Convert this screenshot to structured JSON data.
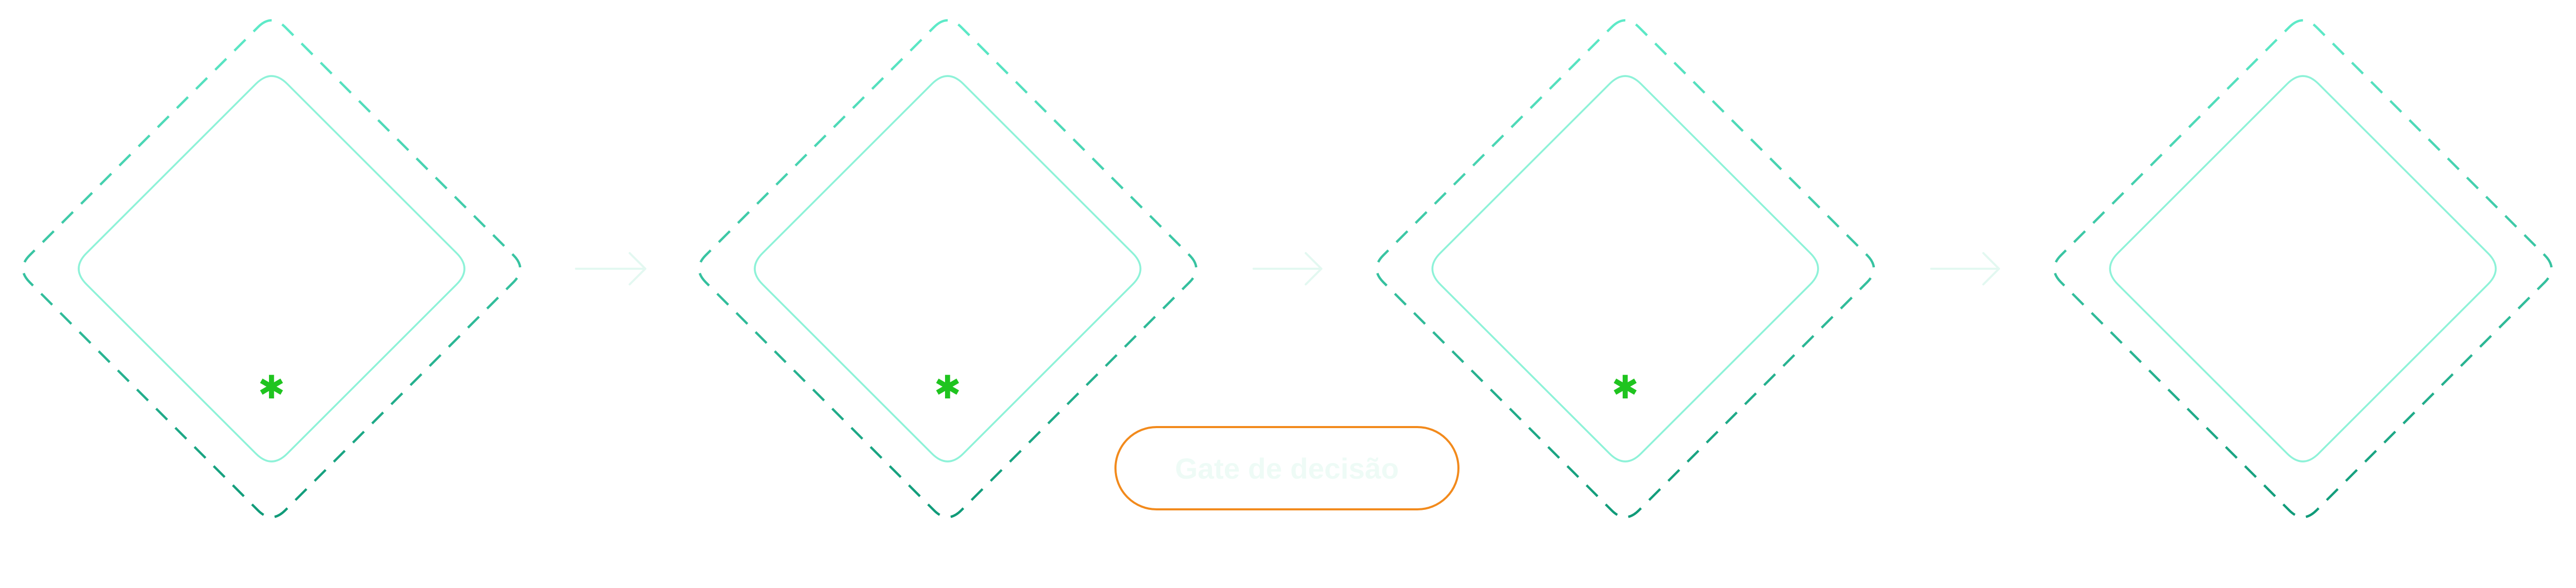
{
  "diagram": {
    "nodes": [
      {
        "id": "step-1",
        "marker": "✱"
      },
      {
        "id": "step-2",
        "marker": "✱"
      },
      {
        "id": "step-3",
        "marker": "✱"
      },
      {
        "id": "step-4",
        "marker": ""
      }
    ],
    "connectors": [
      {
        "from": "step-1",
        "to": "step-2"
      },
      {
        "from": "step-2",
        "to": "step-3"
      },
      {
        "from": "step-3",
        "to": "step-4"
      }
    ],
    "gate": {
      "label": "Gate de decisão"
    },
    "colors": {
      "dashed_outline_top": "#5eeac8",
      "dashed_outline_bottom": "#0f9a78",
      "inner_diamond": "#8ef2d8",
      "connector_arrow": "#e3f8f1",
      "marker": "#1fc41f",
      "gate_border": "#f28a1c",
      "gate_text": "#eefbf6"
    }
  }
}
